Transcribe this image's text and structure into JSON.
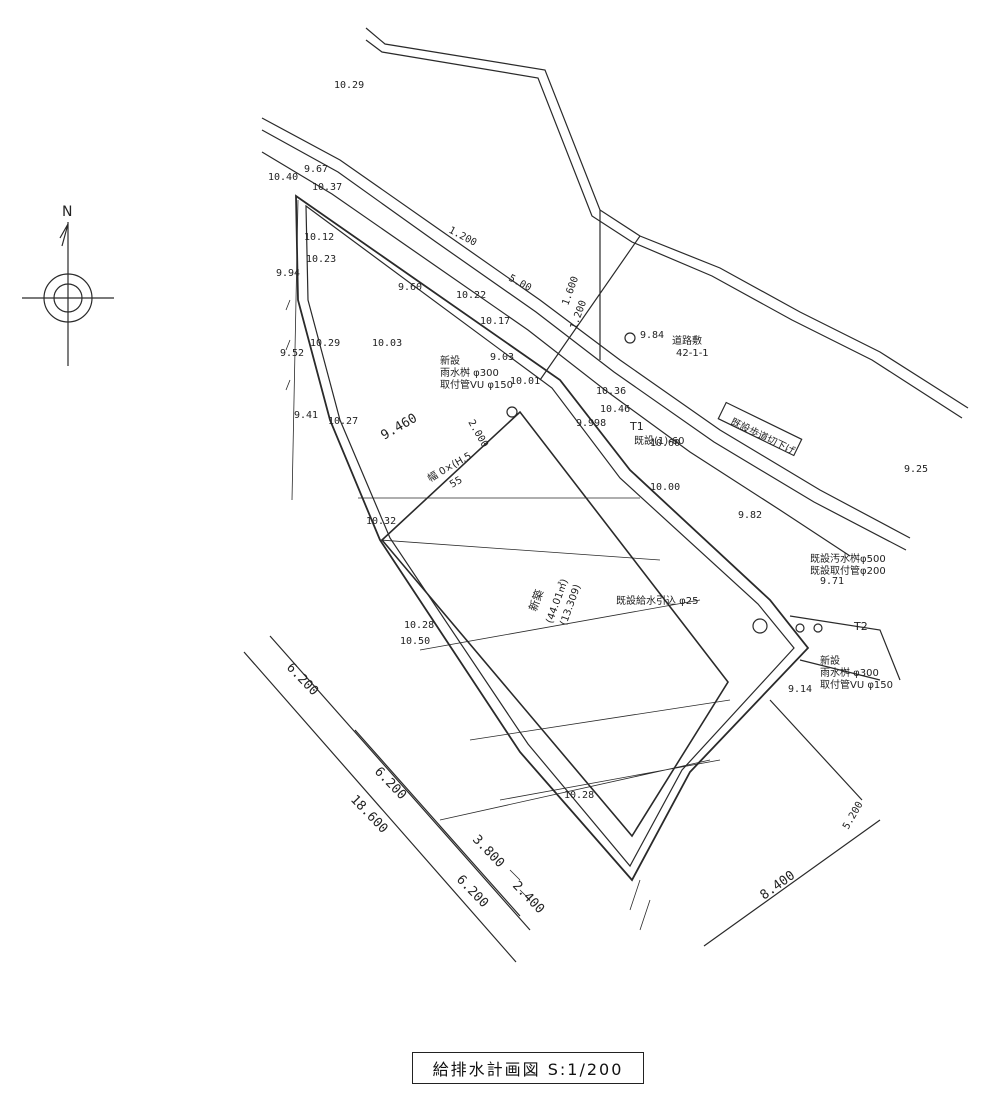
{
  "drawing": {
    "title": "給排水計画図 S:1/200",
    "north_label": "N",
    "elevations": [
      "10.29",
      "9.67",
      "10.40",
      "10.37",
      "10.12",
      "10.23",
      "9.94",
      "9.60",
      "10.22",
      "10.17",
      "10.03",
      "9.52",
      "10.29",
      "9.03",
      "10.01",
      "9.41",
      "10.27",
      "9.84",
      "10.36",
      "10.46",
      "9.998",
      "10.00",
      "9.25",
      "9.82",
      "9.71",
      "10.32",
      "10.28",
      "10.50",
      "10.28",
      "9.14",
      "10.60"
    ],
    "dimensions": [
      "1.200",
      "5.00",
      "1.600",
      "1.200",
      "9.460",
      "2.000",
      "6.200",
      "6.200",
      "18.600",
      "3.800",
      "6.200",
      "2.400",
      "8.400",
      "5.200"
    ],
    "labels": {
      "road_area": "道路敷",
      "road_lot": "42-1-1",
      "building": "新築",
      "building_area_m2": "(44.01㎡)",
      "building_area_tsubo": "(13.309)",
      "t1": "T1",
      "t2": "T2",
      "curb_cut": "既設歩道切下げ",
      "existing_pipe": "既設(1)-60",
      "new_rain_basin": "新設",
      "rain_basin_spec": "雨水桝 φ300",
      "rain_pipe_spec": "取付管VU φ150",
      "existing_sewer_basin": "既設汚水桝φ500",
      "existing_sewer_pipe": "既設取付管φ200",
      "existing_water_intake": "既設給水引込 φ25",
      "new_rain_basin_2": "新設",
      "rain_basin_spec_2": "雨水桝 φ300",
      "rain_pipe_spec_2": "取付管VU φ150",
      "boundary_note": "幅 0×(H.5",
      "boundary_note_2": "55"
    },
    "colors": {
      "line": "#2a2a2a",
      "paper": "#ffffff"
    }
  }
}
